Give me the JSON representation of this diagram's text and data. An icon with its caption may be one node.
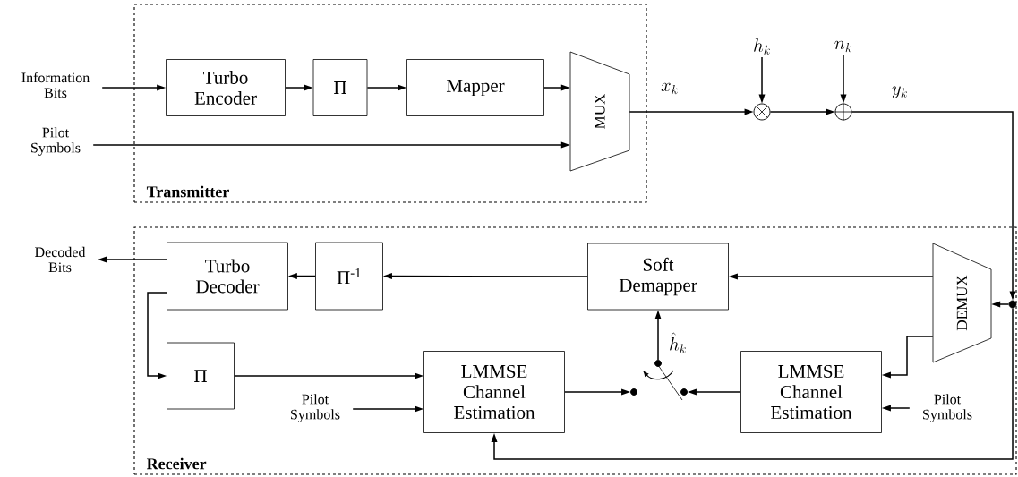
{
  "diagram": {
    "nodes": [
      {
        "text": [
          "Transmitter"
        ]
      },
      {
        "text": [
          "Information Bits"
        ]
      },
      {
        "text": [
          "Turbo Encoder"
        ],
        "in": 0
      },
      {
        "text": [
          "Π"
        ],
        "in": 0
      },
      {
        "text": [
          "Mapper"
        ],
        "in": 0
      },
      {
        "text": [
          "MUX"
        ],
        "in": 0
      },
      {
        "text": [
          "Pilot Symbols"
        ]
      },
      {
        "text": [
          "h_k"
        ]
      },
      {
        "text": [],
        "shape": "circle"
      },
      {
        "text": [
          "n_k"
        ]
      },
      {
        "text": [],
        "shape": "circle"
      },
      {
        "text": [
          "Receiver"
        ]
      },
      {
        "text": [
          "Turbo Decoder"
        ],
        "in": 11
      },
      {
        "text": [
          "Π$^{-1}$"
        ],
        "in": 11
      },
      {
        "text": [
          "Soft Demapper"
        ],
        "in": 11
      },
      {
        "text": [
          "DEMUX"
        ],
        "in": 11
      },
      {
        "text": [
          "Π"
        ],
        "in": 11
      },
      {
        "text": [
          "LMMSE Channel Estimation"
        ],
        "in": 11
      },
      {
        "text": [
          "LMMSE Channel Estimation"
        ],
        "in": 11
      },
      {
        "text": [
          "Decoded Bits"
        ]
      },
      {
        "text": [
          "Pilot Symbols"
        ],
        "in": 11
      },
      {
        "text": [
          "Pilot Symbols"
        ],
        "in": 11
      },
      {
        "text": [],
        "shape": "circle",
        "in": 11
      },
      {
        "text": [],
        "shape": "circle",
        "in": 11
      },
      {
        "text": [],
        "shape": "circle",
        "in": 11
      },
      {
        "text": [],
        "shape": "circle",
        "in": 11
      }
    ],
    "edges": [
      {
        "from": 1,
        "to": 2,
        "arrow": "to"
      },
      {
        "from": 2,
        "to": 3,
        "arrow": "to"
      },
      {
        "from": 3,
        "to": 4,
        "arrow": "to"
      },
      {
        "from": 4,
        "to": 5,
        "arrow": "to"
      },
      {
        "from": 6,
        "to": 5,
        "arrow": "to"
      },
      {
        "from": 5,
        "to": 8,
        "arrow": "to",
        "label": "x_k"
      },
      {
        "from": 7,
        "to": 8,
        "arrow": "to"
      },
      {
        "from": 8,
        "to": 10,
        "arrow": "to"
      },
      {
        "from": 9,
        "to": 10,
        "arrow": "to"
      },
      {
        "from": 10,
        "to": 25,
        "arrow": "to",
        "label": "y_k"
      },
      {
        "from": 25,
        "to": 15,
        "arrow": "to"
      },
      {
        "from": 25,
        "to": 17,
        "arrow": "to"
      },
      {
        "from": 15,
        "to": 14,
        "arrow": "to"
      },
      {
        "from": 14,
        "to": 13,
        "arrow": "to"
      },
      {
        "from": 13,
        "to": 12,
        "arrow": "to"
      },
      {
        "from": 12,
        "to": 19,
        "arrow": "to"
      },
      {
        "from": 12,
        "to": 16,
        "arrow": "to"
      },
      {
        "from": 16,
        "to": 17,
        "arrow": "to"
      },
      {
        "from": 20,
        "to": 17,
        "arrow": "to"
      },
      {
        "from": 15,
        "to": 18,
        "arrow": "to"
      },
      {
        "from": 21,
        "to": 18,
        "arrow": "to"
      },
      {
        "from": 17,
        "to": 22,
        "arrow": "to"
      },
      {
        "from": 18,
        "to": 24,
        "arrow": "to"
      },
      {
        "from": 23,
        "to": 14,
        "arrow": "to",
        "label": "\\hat{h}_k"
      }
    ]
  }
}
